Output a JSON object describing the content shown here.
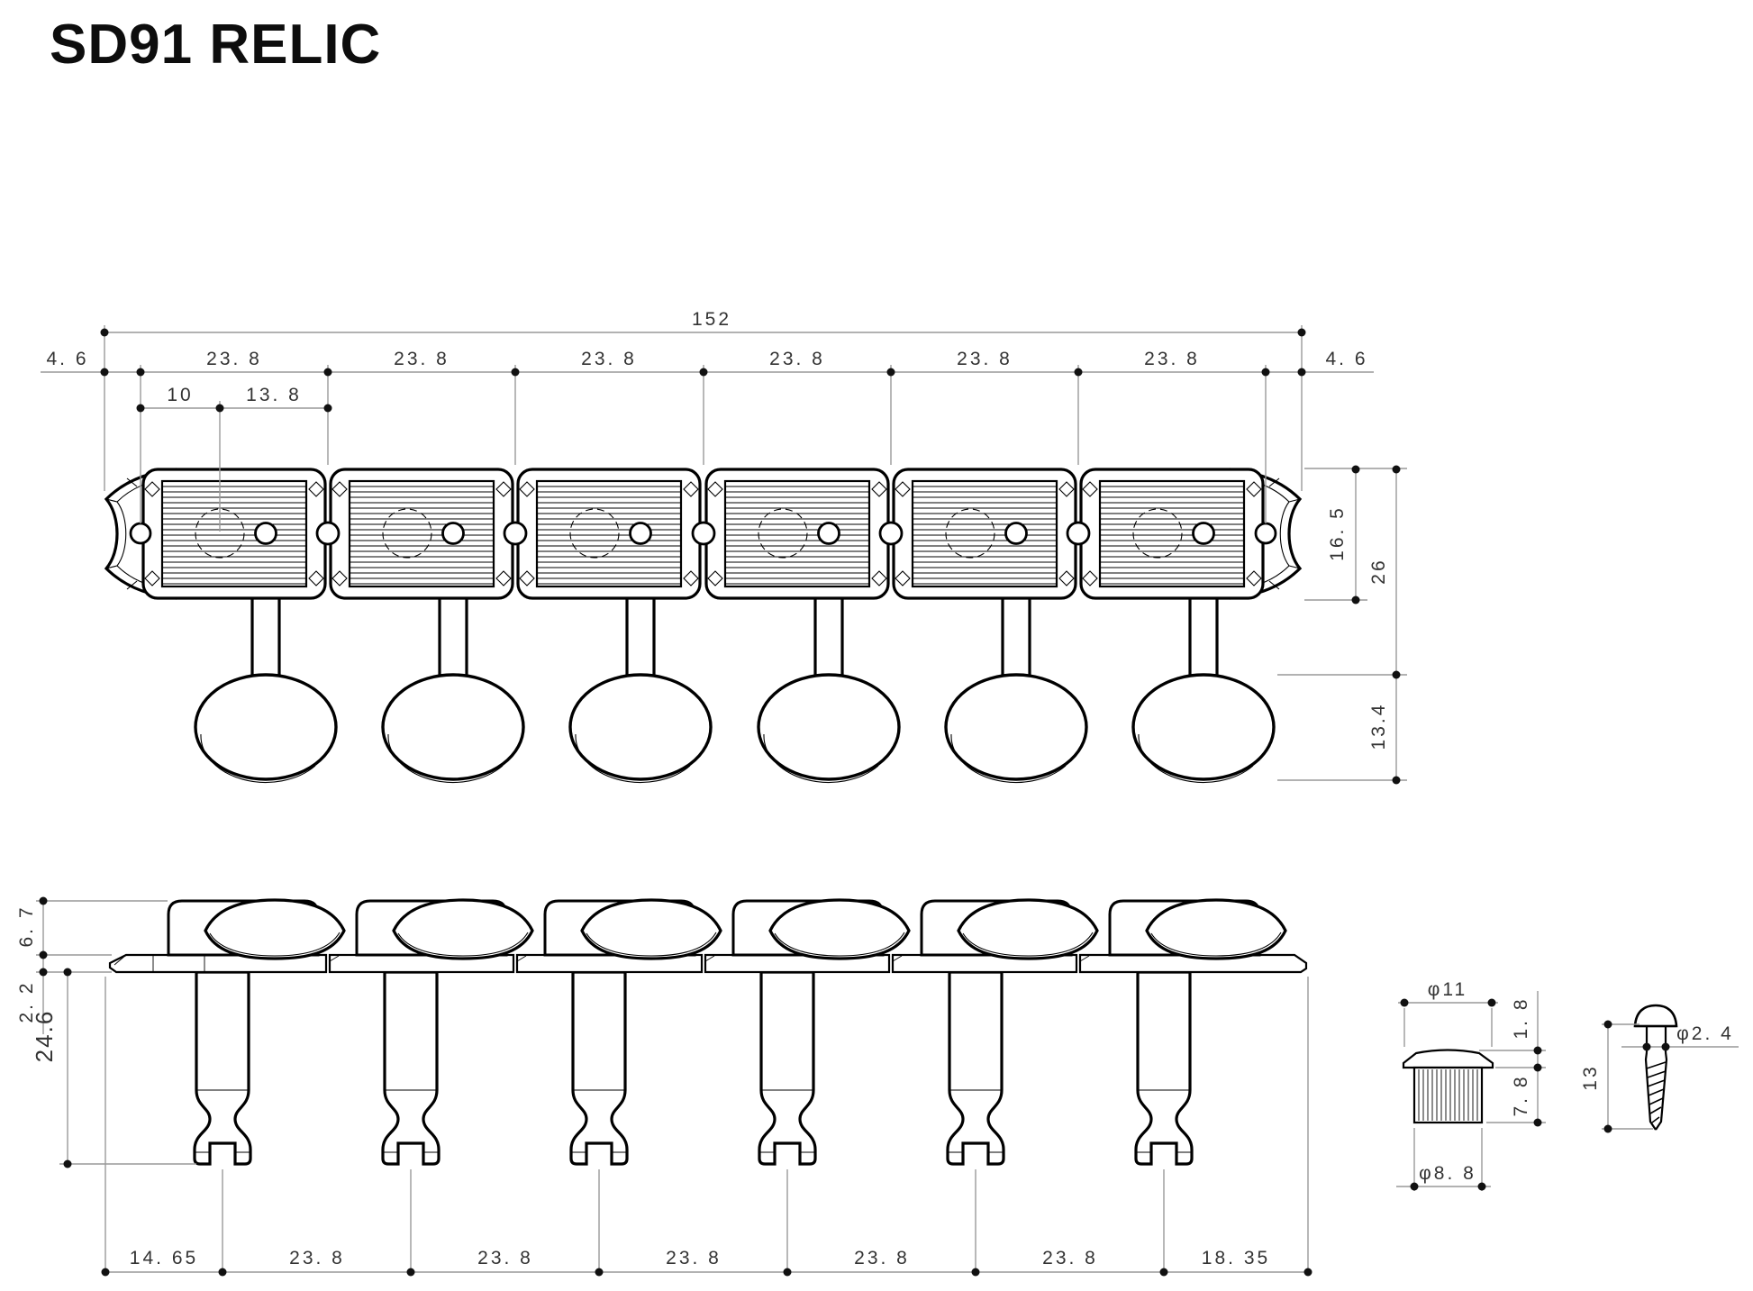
{
  "title": "SD91 RELIC",
  "top_view": {
    "overall_width": "152",
    "spacing": [
      "4. 6",
      "23. 8",
      "23. 8",
      "23. 8",
      "23. 8",
      "23. 8",
      "23. 8",
      "4. 6"
    ],
    "sub": [
      "10",
      "13. 8"
    ],
    "plate_height": "16. 5",
    "button_offset": "26",
    "button_width": "13.4"
  },
  "side_view": {
    "button_height": "6. 7",
    "plate_thickness": "2. 2",
    "post_length": "24.6",
    "spacing": [
      "14. 65",
      "23. 8",
      "23. 8",
      "23. 8",
      "23. 8",
      "23. 8",
      "18. 35"
    ]
  },
  "bushing_detail": {
    "head_dia": "φ11",
    "head_height": "1. 8",
    "body_height": "7. 8",
    "body_dia": "φ8. 8"
  },
  "screw_detail": {
    "shaft_dia": "φ2. 4",
    "length": "13"
  }
}
